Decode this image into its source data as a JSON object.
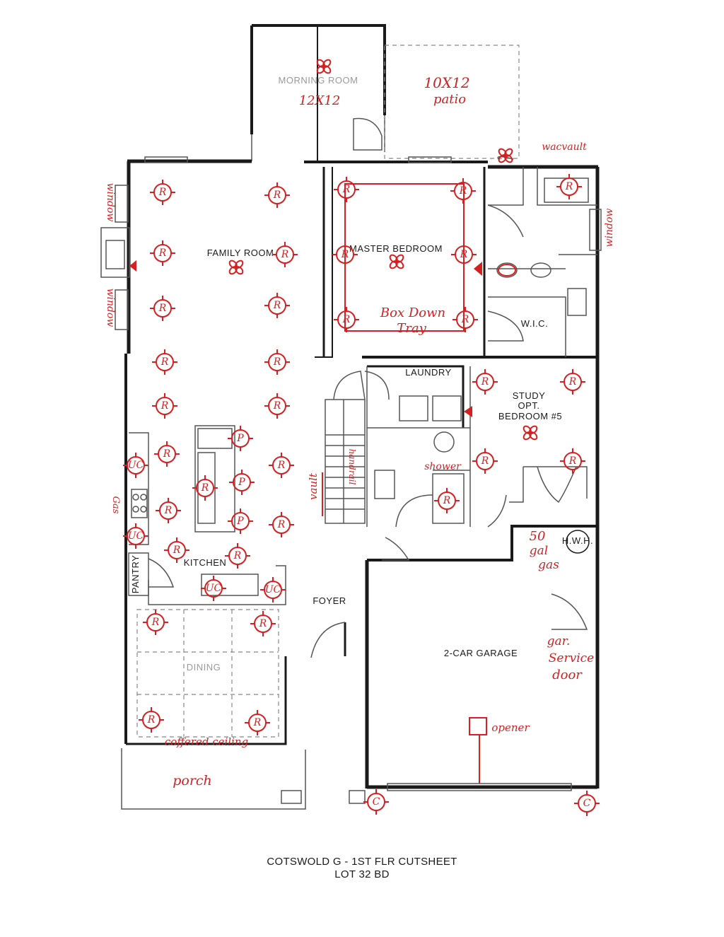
{
  "caption": {
    "line1": "COTSWOLD G - 1ST FLR CUTSHEET",
    "line2": "LOT 32 BD"
  },
  "rooms": {
    "morning_room": "MORNING ROOM",
    "family_room": "FAMILY ROOM",
    "master_bedroom": "MASTER BEDROOM",
    "wic": "W.I.C.",
    "laundry": "LAUNDRY",
    "study_1": "STUDY",
    "study_2": "OPT.",
    "study_3": "BEDROOM #5",
    "kitchen": "KITCHEN",
    "pantry": "PANTRY",
    "foyer": "FOYER",
    "dining": "DINING",
    "garage": "2-CAR GARAGE",
    "hwh": "H.W.H."
  },
  "notes": {
    "morning_size": "12X12",
    "patio_size": "10X12",
    "patio": "patio",
    "window_left_top": "window",
    "window_left_bottom": "window",
    "window_right": "window",
    "wacvault": "wacvault",
    "tray_1": "Box Down",
    "tray_2": "Tray",
    "shower": "shower",
    "gas": "Gas",
    "handrail": "handrail",
    "vault": "vault",
    "heater_1": "50",
    "heater_2": "gal",
    "heater_3": "gas",
    "service_1": "gar.",
    "service_2": "Service",
    "service_3": "door",
    "opener": "opener",
    "coffered": "coffered ceiling",
    "porch": "porch"
  },
  "symbols": {
    "recessed": "R",
    "undercabinet": "UC",
    "pendant": "P",
    "coach": "C"
  },
  "colors": {
    "markup": "#d42020",
    "wall": "#1a1a1a"
  }
}
